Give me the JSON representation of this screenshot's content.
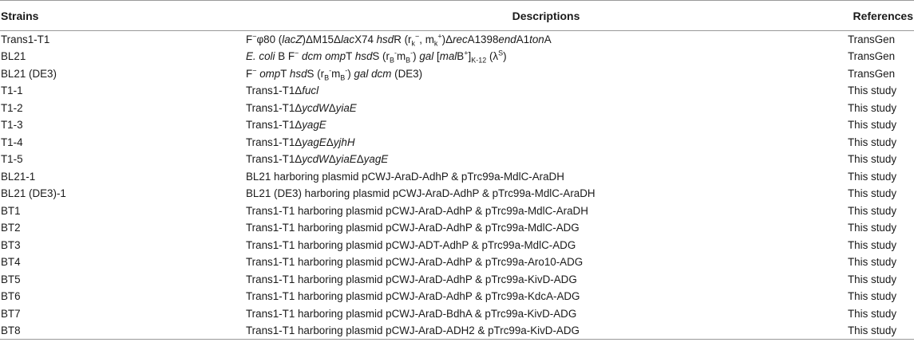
{
  "table": {
    "headers": [
      "Strains",
      "Descriptions",
      "References"
    ],
    "rows": [
      {
        "strain": "Trans1-T1",
        "description": "F⁻φ80 (lacZ)ΔM15ΔlacX74 hsdR (rk⁻, mk⁺)ΔrecA1398endA1tonA",
        "reference": "TransGen"
      },
      {
        "strain": "BL21",
        "description": "E. coli B F⁻ dcm ompT hsdS (rB⁻mB⁻) gal [malB⁺]K-12 (λS)",
        "reference": "TransGen"
      },
      {
        "strain": "BL21 (DE3)",
        "description": "F⁻ ompT hsdS (rB⁻mB⁻) gal dcm (DE3)",
        "reference": "TransGen"
      },
      {
        "strain": "T1-1",
        "description": "Trans1-T1Δfucl",
        "reference": "This study"
      },
      {
        "strain": "T1-2",
        "description": "Trans1-T1ΔycdWΔyiaE",
        "reference": "This study"
      },
      {
        "strain": "T1-3",
        "description": "Trans1-T1ΔyagE",
        "reference": "This study"
      },
      {
        "strain": "T1-4",
        "description": "Trans1-T1ΔyagEΔyjhH",
        "reference": "This study"
      },
      {
        "strain": "T1-5",
        "description": "Trans1-T1ΔycdWΔyiaEΔyagE",
        "reference": "This study"
      },
      {
        "strain": "BL21-1",
        "description": "BL21 harboring plasmid pCWJ-AraD-AdhP & pTrc99a-MdlC-AraDH",
        "reference": "This study"
      },
      {
        "strain": "BL21 (DE3)-1",
        "description": "BL21 (DE3) harboring plasmid pCWJ-AraD-AdhP & pTrc99a-MdlC-AraDH",
        "reference": "This study"
      },
      {
        "strain": "BT1",
        "description": "Trans1-T1 harboring plasmid pCWJ-AraD-AdhP & pTrc99a-MdlC-AraDH",
        "reference": "This study"
      },
      {
        "strain": "BT2",
        "description": "Trans1-T1 harboring plasmid pCWJ-AraD-AdhP & pTrc99a-MdlC-ADG",
        "reference": "This study"
      },
      {
        "strain": "BT3",
        "description": "Trans1-T1 harboring plasmid pCWJ-ADT-AdhP & pTrc99a-MdlC-ADG",
        "reference": "This study"
      },
      {
        "strain": "BT4",
        "description": "Trans1-T1 harboring plasmid pCWJ-AraD-AdhP & pTrc99a-Aro10-ADG",
        "reference": "This study"
      },
      {
        "strain": "BT5",
        "description": "Trans1-T1 harboring plasmid pCWJ-AraD-AdhP & pTrc99a-KivD-ADG",
        "reference": "This study"
      },
      {
        "strain": "BT6",
        "description": "Trans1-T1 harboring plasmid pCWJ-AraD-AdhP & pTrc99a-KdcA-ADG",
        "reference": "This study"
      },
      {
        "strain": "BT7",
        "description": "Trans1-T1 harboring plasmid pCWJ-AraD-BdhA & pTrc99a-KivD-ADG",
        "reference": "This study"
      },
      {
        "strain": "BT8",
        "description": "Trans1-T1 harboring plasmid pCWJ-AraD-ADH2 & pTrc99a-KivD-ADG",
        "reference": "This study"
      }
    ]
  }
}
